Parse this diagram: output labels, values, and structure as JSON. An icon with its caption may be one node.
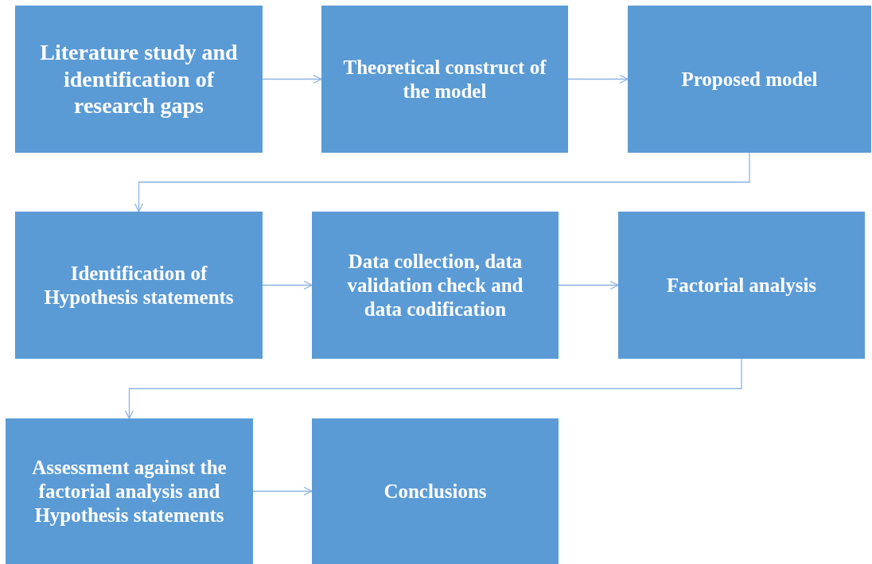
{
  "diagram": {
    "nodes": [
      {
        "text": [
          "Literature study and identification of research gaps"
        ]
      },
      {
        "text": [
          "Theoretical construct of the model"
        ]
      },
      {
        "text": [
          "Proposed model"
        ]
      },
      {
        "text": [
          "Identification of Hypothesis statements"
        ]
      },
      {
        "text": [
          "**Data collection, d**ata validation check and data codification"
        ]
      },
      {
        "text": [
          "Factorial analysis"
        ]
      },
      {
        "text": [
          "Assessment against the factorial analysis and Hypothesis statements"
        ]
      },
      {
        "text": [
          "Conclusions"
        ]
      }
    ],
    "edges": [
      {
        "from": 0,
        "to": 1,
        "arrow": "to"
      },
      {
        "from": 1,
        "to": 2,
        "arrow": "to"
      },
      {
        "from": 2,
        "to": 3,
        "arrow": "to"
      },
      {
        "from": 3,
        "to": 4,
        "arrow": "to"
      },
      {
        "from": 4,
        "to": 5,
        "arrow": "to"
      },
      {
        "from": 5,
        "to": 6,
        "arrow": "to"
      },
      {
        "from": 6,
        "to": 7,
        "arrow": "to"
      }
    ]
  }
}
